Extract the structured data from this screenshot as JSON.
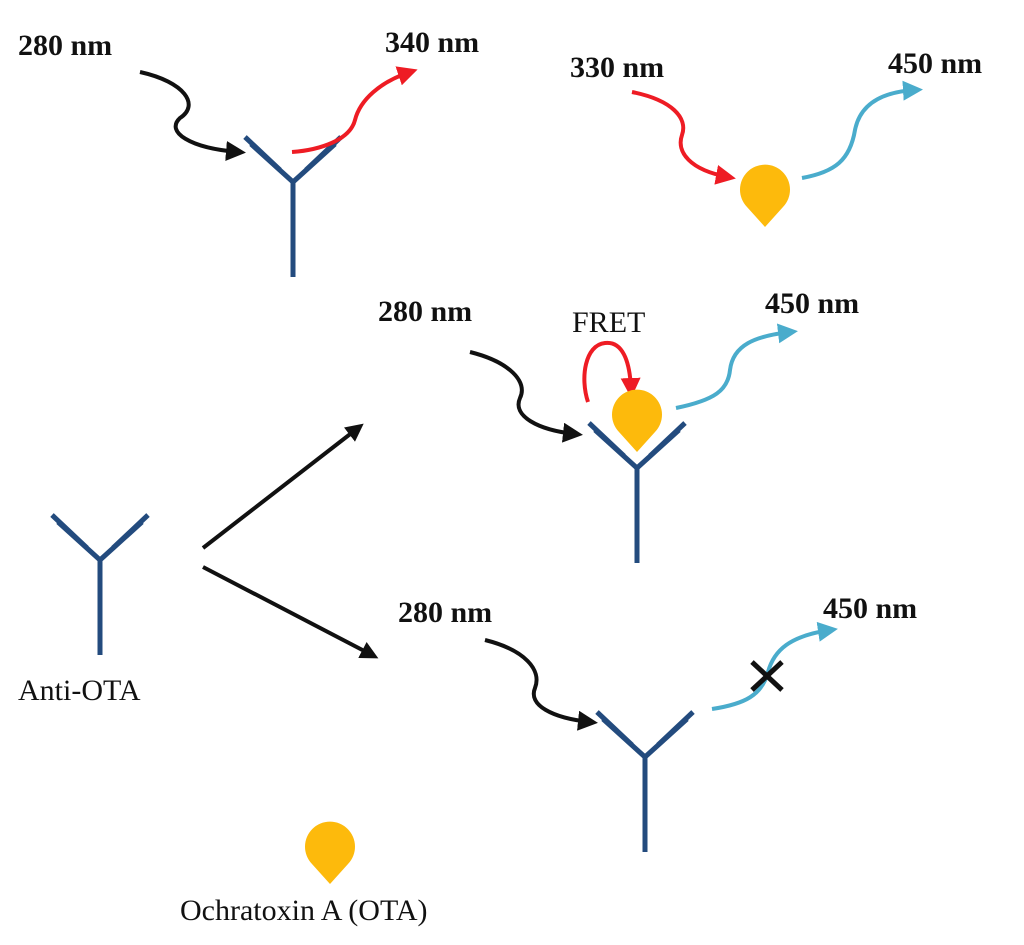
{
  "labels": {
    "top_left_excitation": "280 nm",
    "top_left_emission": "340 nm",
    "top_right_excitation": "330 nm",
    "top_right_emission": "450 nm",
    "middle_excitation": "280 nm",
    "middle_fret": "FRET",
    "middle_emission": "450 nm",
    "bottom_excitation": "280 nm",
    "bottom_emission": "450 nm",
    "legend_antibody": "Anti-OTA",
    "legend_toxin": "Ochratoxin A (OTA)"
  },
  "colors": {
    "antibody": "#234b7e",
    "toxin": "#fdba0c",
    "excitation_black": "#111111",
    "emission_red": "#ee1c24",
    "emission_blue": "#4aaccc",
    "blocked_mark": "#111111"
  }
}
